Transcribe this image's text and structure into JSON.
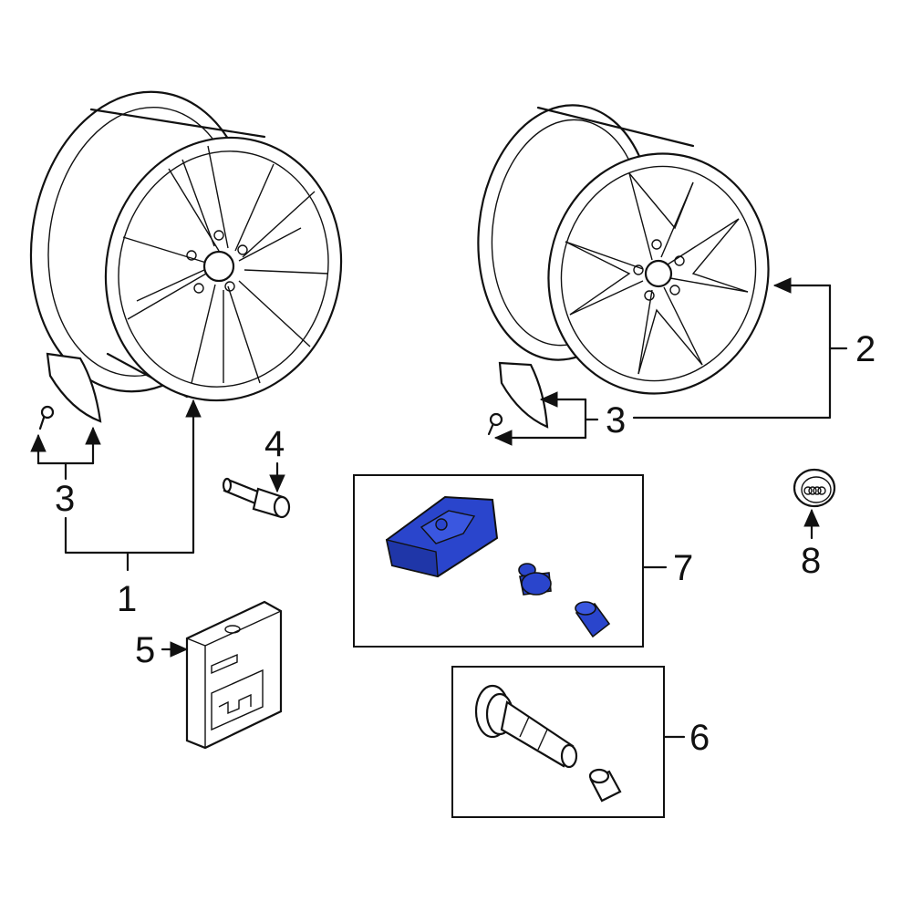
{
  "callouts": {
    "wheel_1": "1",
    "wheel_2": "2",
    "weight_left": "3",
    "weight_right": "3",
    "lug_bolt": "4",
    "sensor_kit": "5",
    "valve_stem": "6",
    "tpms_sensor": "7",
    "center_cap": "8"
  },
  "colors": {
    "line": "#111111",
    "highlight": "#2a45cc",
    "background": "#ffffff"
  }
}
